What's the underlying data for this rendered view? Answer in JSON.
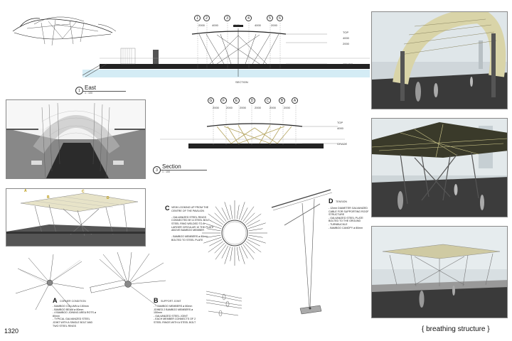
{
  "page": {
    "number": "1320",
    "title": "{ breathing structure }"
  },
  "east": {
    "number": "1",
    "title": "East",
    "scale": "1 : 100",
    "grid": [
      "1",
      "2",
      "3",
      "4",
      "5",
      "6"
    ],
    "dims": [
      "2000",
      "4000",
      "4000",
      "4000",
      "2000"
    ],
    "levels": [
      "TOP",
      "4000",
      "2000",
      "GRADE"
    ],
    "section_tag": "SECTION"
  },
  "section": {
    "number": "3",
    "title": "Section",
    "scale": "1 : 100",
    "grid": [
      "G",
      "F",
      "E",
      "D",
      "C",
      "B",
      "A"
    ],
    "dims": [
      "2000",
      "2000",
      "2000",
      "2000",
      "2000",
      "2000"
    ],
    "levels": [
      "TOP",
      "4000",
      "GRADE"
    ]
  },
  "details": {
    "a": {
      "letter": "A",
      "title": "CORNER CONDITION",
      "text": "- BAMBOO COLUMN ø 150mm\n- BAMBOO BEAM ø 80mm\n- 4 BAMBOO JOINING AREA ROTS ø 80mm\n- TYPICAL GALVANIZED STEEL JOINT WITH A SINGLE BOLT AND TWO STEEL RINGS"
    },
    "b": {
      "letter": "B",
      "title": "SUPPORT JOINT",
      "text": "- 7 BAMBOO MEMBERS ø 80mm JOINED 2 BAMBOO MEMBERS ø 150mm\n- GALVANIZED STEEL JOINT\n- EACH MEMBER CONNECTS OF 2 STEEL RINGS WITH A STEEL BOLT"
    },
    "c": {
      "letter": "C",
      "text": "VIEW LOOKING UP FROM THE CENTRE OF THE PAVILION\n\n- GALVANIZED STEEL RINGS CONNECTED BY A STEEL BOLT - STEEL RING WELDED TO A LARGER CIRCULAR 10 THK PLATE ABOVE BAMBOO MEMBER\n\n- BAMBOO MEMBERS ø 80mm BOLTED TO STEEL PLATE"
    },
    "d": {
      "letter": "D",
      "title": "TENSION",
      "text": "- 12mm DIAMETER GALVANIZED CABLE FOR SUPPORTING ROOF STRUCTURE\n- GALVANIZED STEEL PLATE BOLTED TO THE GROUND\n- TURNBUCKLE\n- BAMBOO CANOPY ø 80mm"
    }
  },
  "perspective_markers": [
    "A",
    "B",
    "C",
    "D"
  ]
}
